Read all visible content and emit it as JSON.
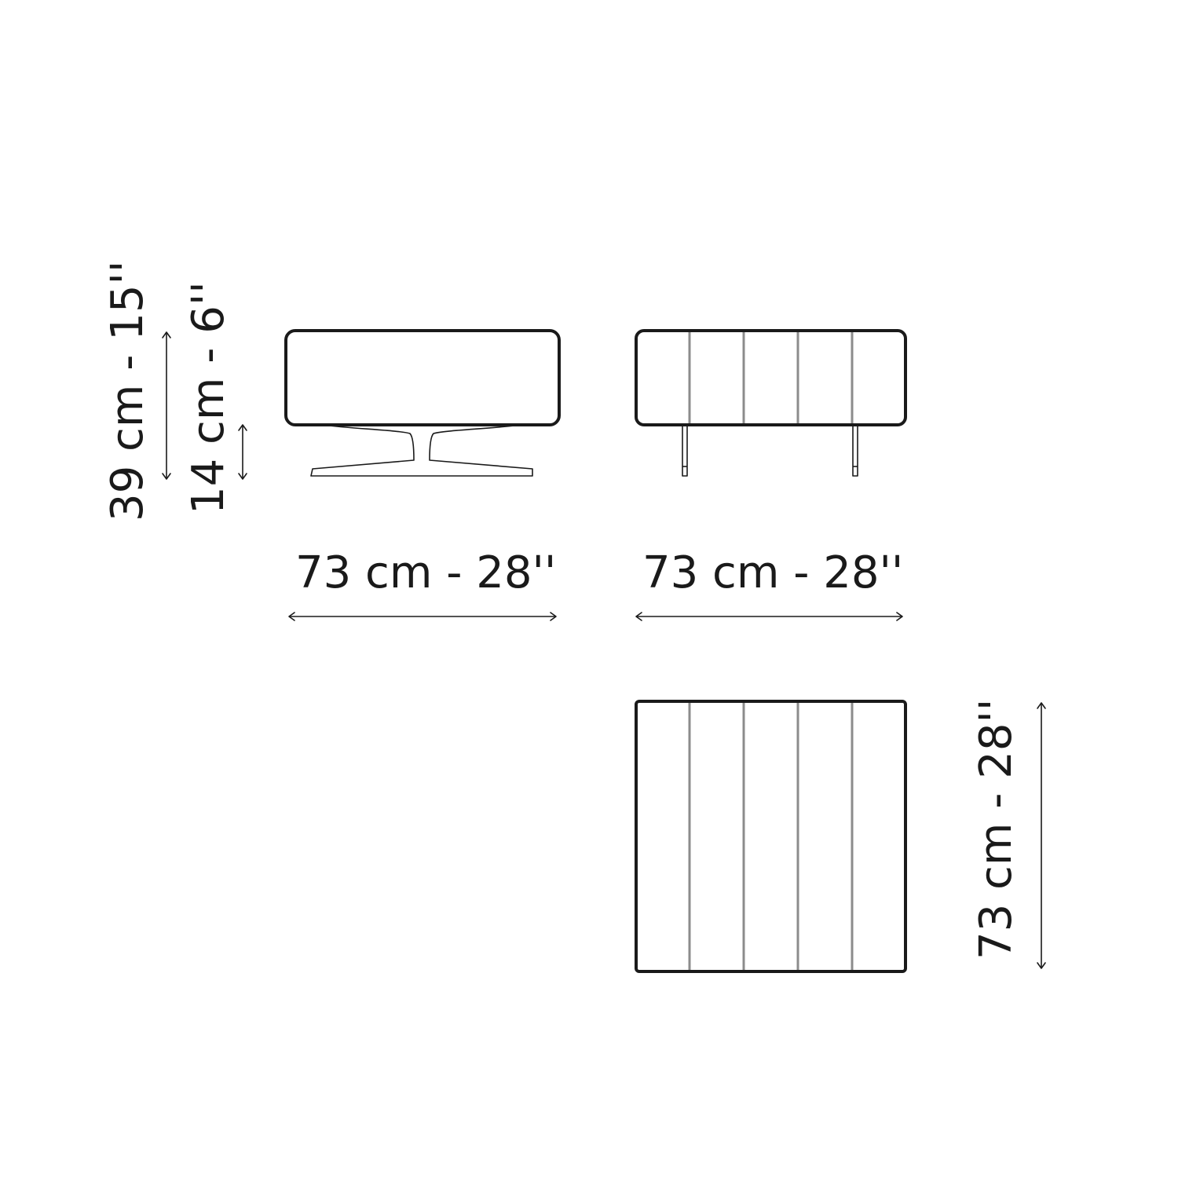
{
  "dimensions": {
    "overall_height": "39 cm - 15''",
    "seat_clearance": "14 cm - 6''",
    "side_view_width": "73 cm - 28''",
    "front_view_width": "73 cm - 28''",
    "top_view_depth": "73 cm - 28''"
  }
}
